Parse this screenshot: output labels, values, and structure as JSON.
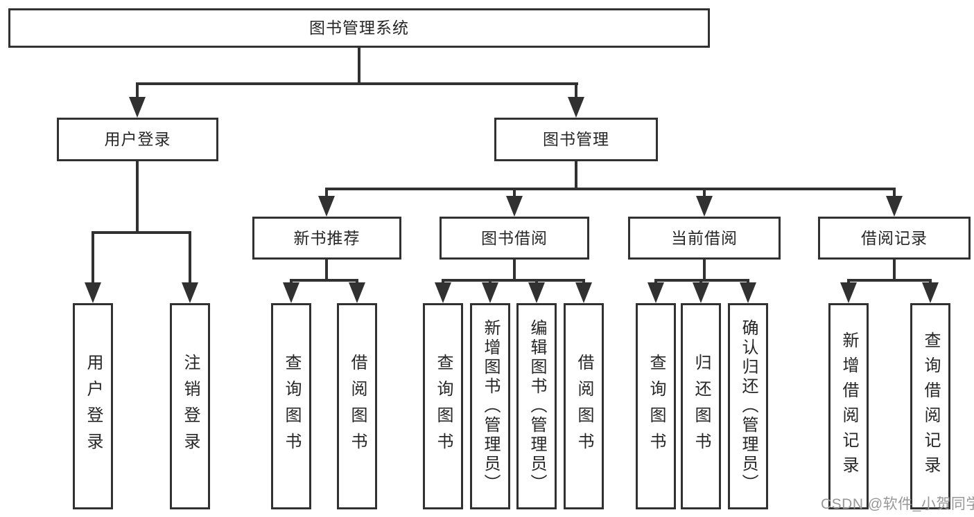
{
  "diagram_type": "tree",
  "tree": {
    "label": "图书管理系统",
    "children": [
      {
        "label": "用户登录",
        "children": [
          {
            "label": "用户登录"
          },
          {
            "label": "注销登录"
          }
        ]
      },
      {
        "label": "图书管理",
        "children": [
          {
            "label": "新书推荐",
            "children": [
              {
                "label": "查询图书"
              },
              {
                "label": "借阅图书"
              }
            ]
          },
          {
            "label": "图书借阅",
            "children": [
              {
                "label": "查询图书"
              },
              {
                "label": "新增图书（管理员）"
              },
              {
                "label": "编辑图书（管理员）"
              },
              {
                "label": "借阅图书"
              }
            ]
          },
          {
            "label": "当前借阅",
            "children": [
              {
                "label": "查询图书"
              },
              {
                "label": "归还图书"
              },
              {
                "label": "确认归还（管理员）"
              }
            ]
          },
          {
            "label": "借阅记录",
            "children": [
              {
                "label": "新增借阅记录"
              },
              {
                "label": "查询借阅记录"
              }
            ]
          }
        ]
      }
    ]
  },
  "watermark": {
    "text": "CSDN @软件_小贺同学",
    "color": "#979797"
  },
  "colors": {
    "line": "#313131",
    "box_border": "#313131",
    "text": "#262626",
    "background": "#ffffff"
  }
}
